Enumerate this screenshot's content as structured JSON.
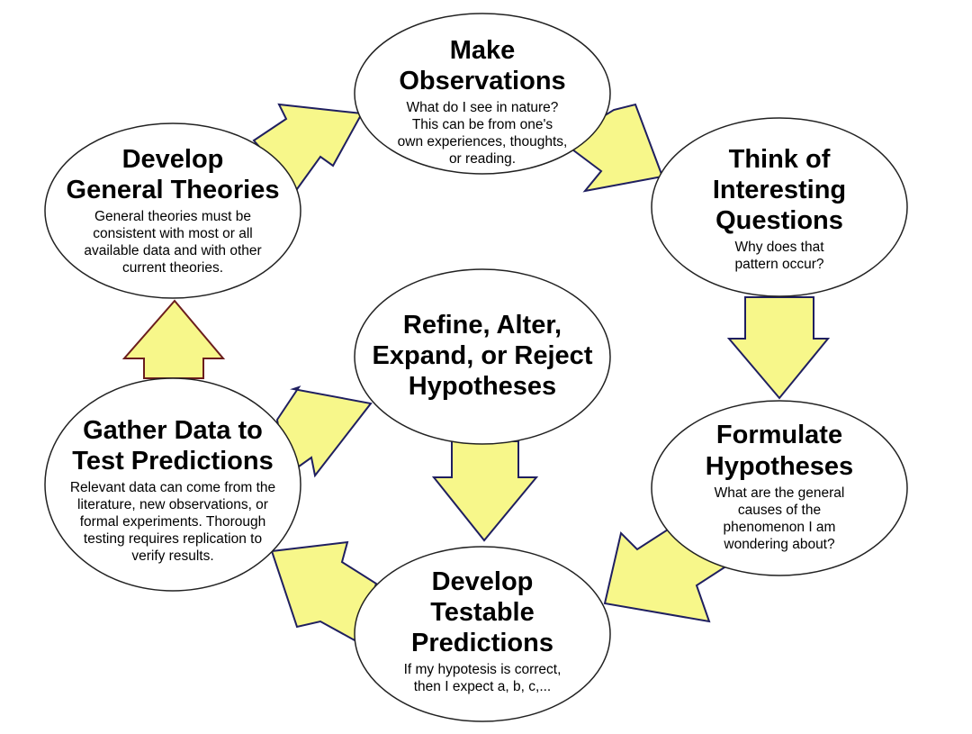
{
  "colors": {
    "arrow_fill": "#f7f78a",
    "arrow_stroke": "#1f1f60",
    "arrow_stroke_alt": "#6b1d1d",
    "node_fill": "#ffffff",
    "node_stroke": "#222222"
  },
  "nodes": {
    "make_observations": {
      "title": [
        "Make",
        "Observations"
      ],
      "body": [
        "What do I see in nature?",
        "This can be from one's",
        "own experiences, thoughts,",
        "or reading."
      ]
    },
    "think_questions": {
      "title": [
        "Think of",
        "Interesting",
        "Questions"
      ],
      "body": [
        "Why does that",
        "pattern occur?"
      ]
    },
    "formulate_hypotheses": {
      "title": [
        "Formulate",
        "Hypotheses"
      ],
      "body": [
        "What are the general",
        "causes of the",
        "phenomenon I am",
        "wondering about?"
      ]
    },
    "develop_predictions": {
      "title": [
        "Develop",
        "Testable",
        "Predictions"
      ],
      "body": [
        "If my hypotesis is correct,",
        "then I expect a, b, c,..."
      ]
    },
    "gather_data": {
      "title": [
        "Gather Data to",
        "Test Predictions"
      ],
      "body": [
        "Relevant data can come from the",
        "literature, new observations, or",
        "formal experiments.  Thorough",
        "testing requires replication to",
        "verify results."
      ]
    },
    "refine_hypotheses": {
      "title": [
        "Refine, Alter,",
        "Expand, or Reject",
        "Hypotheses"
      ],
      "body": []
    },
    "general_theories": {
      "title": [
        "Develop",
        "General Theories"
      ],
      "body": [
        "General theories must be",
        "consistent with most or all",
        "available data and with other",
        "current theories."
      ]
    }
  }
}
